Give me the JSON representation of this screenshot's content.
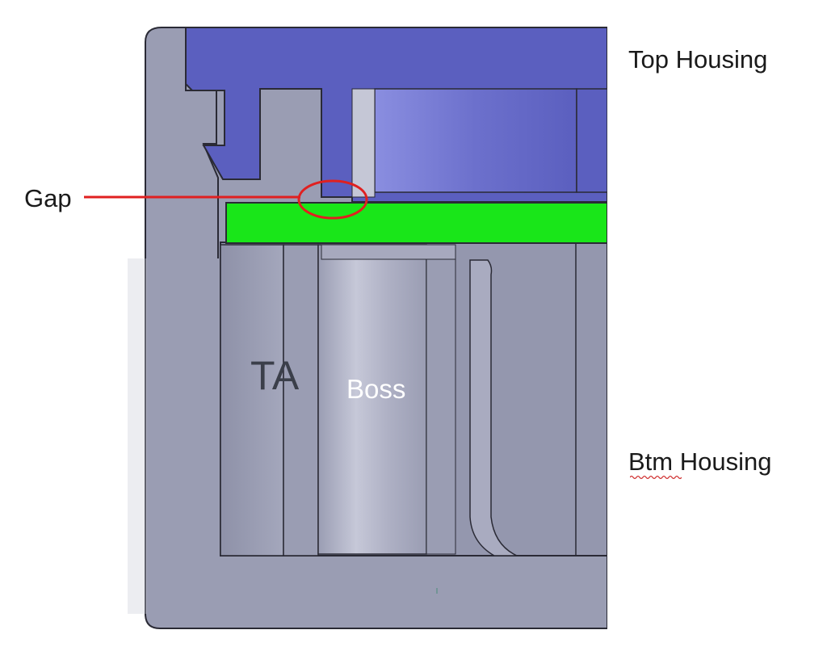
{
  "labels": {
    "top_housing": "Top Housing",
    "btm_housing": "Btm Housing",
    "gap": "Gap",
    "ta": "TA",
    "boss": "Boss"
  },
  "colors": {
    "top_housing_fill": "#5b5fbf",
    "top_housing_light": "#8387dc",
    "bottom_housing_fill": "#9a9db3",
    "bottom_housing_dark": "#8b8ea6",
    "boss_highlight": "#c6c8d8",
    "green_part": "#19e619",
    "gap_marker": "#e02020",
    "outline": "#2a2a35",
    "spellcheck_squiggle": "#d03030"
  },
  "icons": {
    "gap_callout": "red-ellipse-with-leader-line",
    "misspelling_marker": "red-wavy-underline"
  }
}
